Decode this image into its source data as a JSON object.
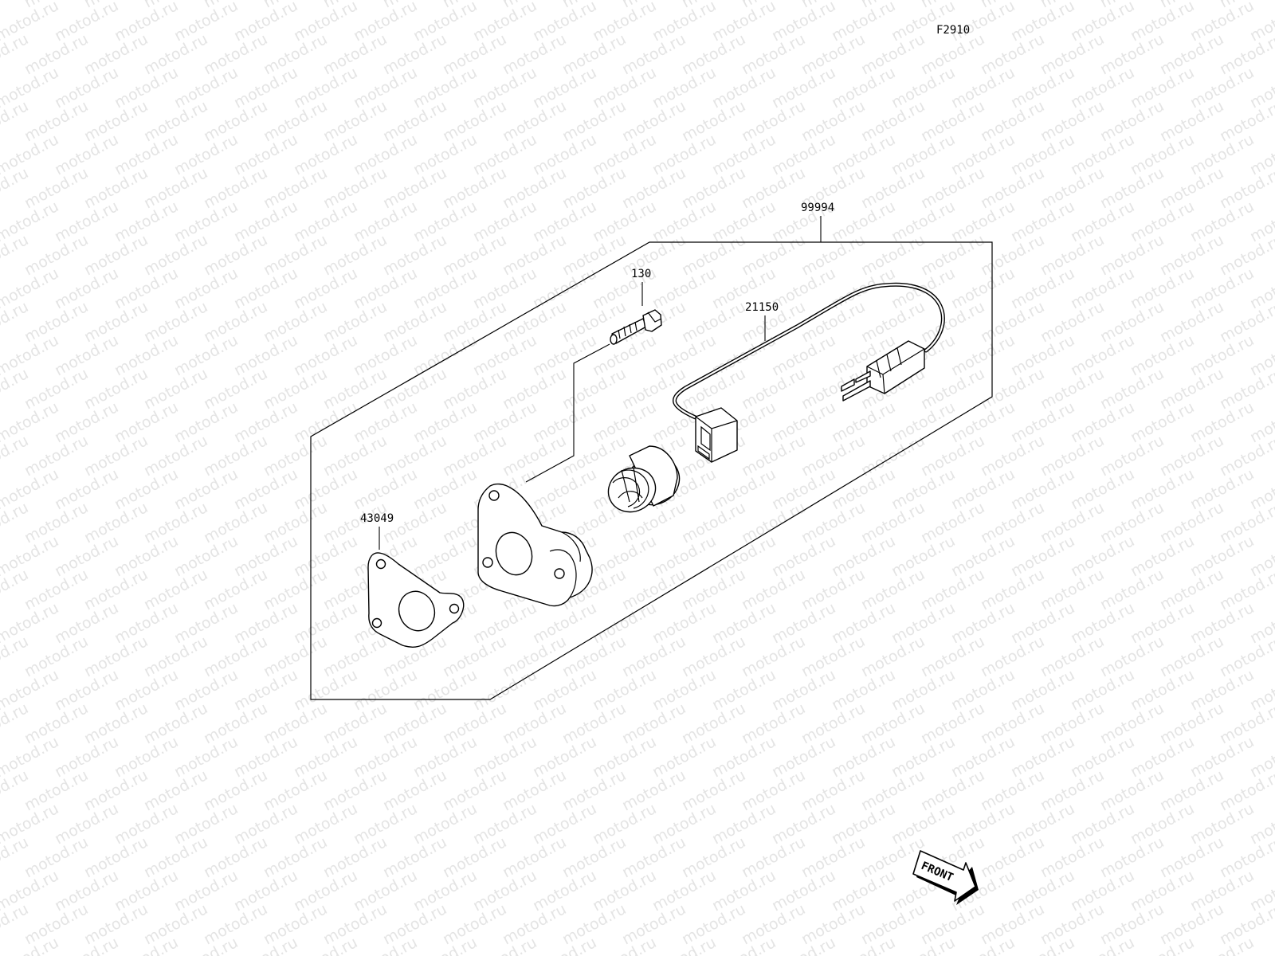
{
  "diagram": {
    "figure_code": "F2910",
    "watermark_text": "motod.ru",
    "front_label": "FRONT",
    "parts": [
      {
        "id": "kit",
        "number": "99994"
      },
      {
        "id": "bolt",
        "number": "130"
      },
      {
        "id": "harness",
        "number": "21150"
      },
      {
        "id": "gasket",
        "number": "43049"
      }
    ]
  }
}
